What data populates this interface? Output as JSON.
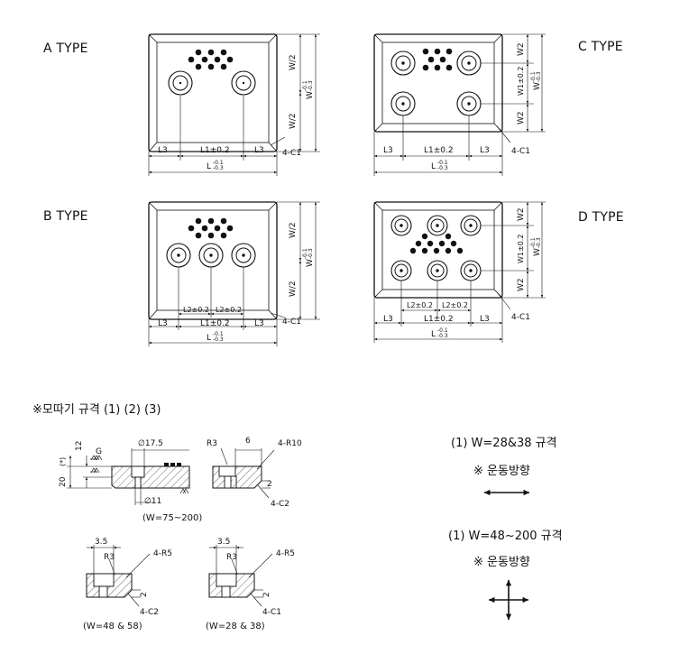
{
  "types": {
    "a": "A TYPE",
    "b": "B TYPE",
    "c": "C TYPE",
    "d": "D TYPE"
  },
  "dims": {
    "l3": "L3",
    "l1": "L1±0.2",
    "l2": "L2±0.2",
    "l_total": "L",
    "l_tol_upper": "-0.1",
    "l_tol_lower": "-0.3",
    "w_half": "W/2",
    "w2": "W2",
    "w1": "W1±0.2",
    "w_total": "W",
    "w_tol_upper": "-0.1",
    "w_tol_lower": "-0.3",
    "chamfer": "4-C1"
  },
  "section": {
    "title": "※모따기 규격 (1) (2) (3)",
    "d1": {
      "dia_top": "∅17.5",
      "dia_bottom": "∅11",
      "g": "G",
      "height": "12",
      "total": "20",
      "total_note": "(*)",
      "caption": "(W=75~200)",
      "r3": "R3",
      "six": "6",
      "r10": "4-R10",
      "two": "2",
      "c2": "4-C2"
    },
    "d2": {
      "top": "3.5",
      "r3": "R3",
      "r5": "4-R5",
      "two": "2",
      "c2": "4-C2",
      "caption": "(W=48 & 58)"
    },
    "d3": {
      "top": "3.5",
      "r3": "R3",
      "r5": "4-R5",
      "two": "2",
      "c1": "4-C1",
      "caption": "(W=28 & 38)"
    }
  },
  "notes": {
    "spec1": "(1) W=28&38 규격",
    "dir1": "※ 운동방향",
    "spec2": "(1) W=48~200 규격",
    "dir2": "※ 운동방향"
  }
}
